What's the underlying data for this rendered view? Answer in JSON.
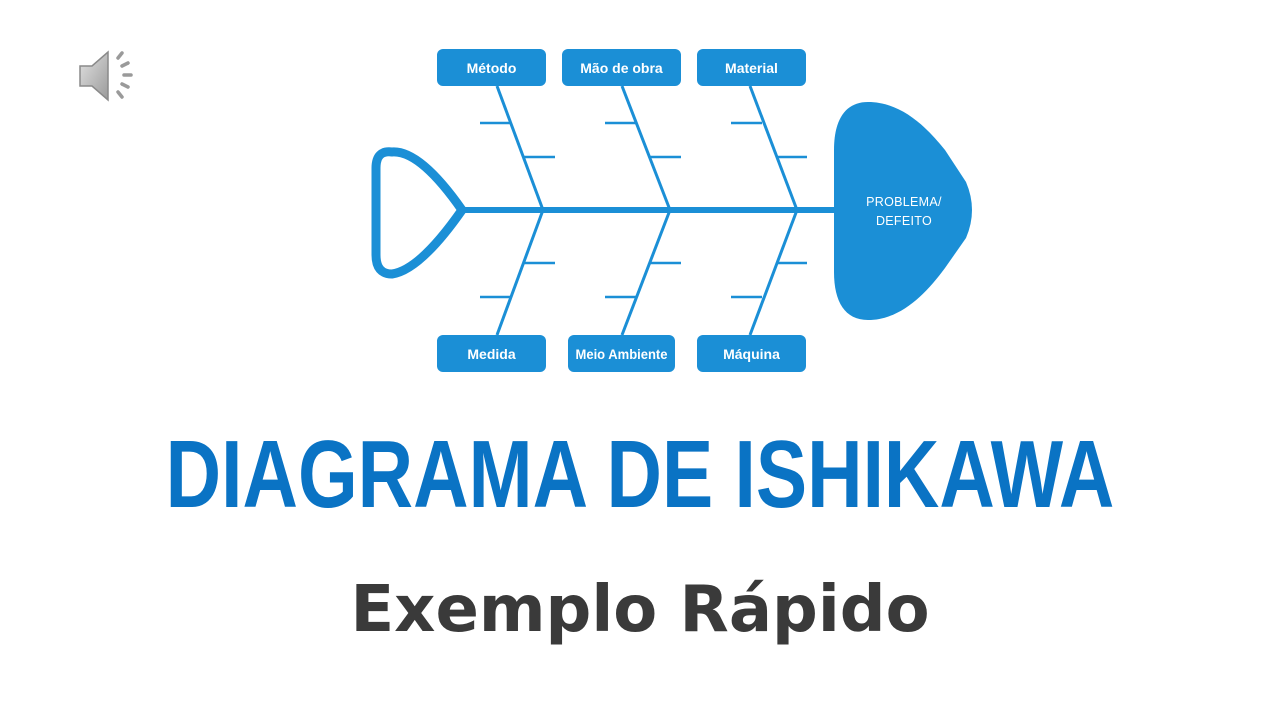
{
  "diagram": {
    "categories_top": [
      "Método",
      "Mão de obra",
      "Material"
    ],
    "categories_bottom": [
      "Medida",
      "Meio Ambiente",
      "Máquina"
    ],
    "problem": [
      "PROBLEMA/",
      "DEFEITO"
    ]
  },
  "headline": "DIAGRAMA DE ISHIKAWA",
  "subheadline": "Exemplo Rápido",
  "icons": {
    "audio": "speaker-icon"
  },
  "colors": {
    "diagram": "#1b8fd6",
    "headline": "#0a73c4",
    "subheadline": "#3a3a3a"
  }
}
